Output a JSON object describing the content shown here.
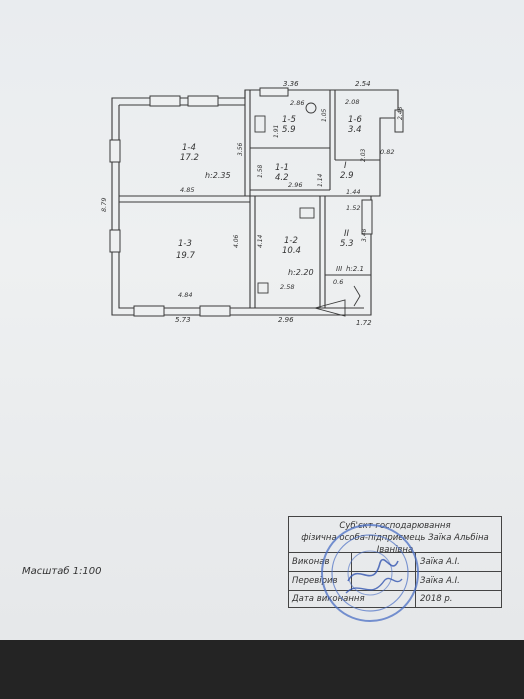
{
  "plan": {
    "dims": {
      "top_336": "3.36",
      "top_254": "2.54",
      "d_286": "2.86",
      "d_208": "2.08",
      "d_248": "2.48",
      "d_191": "1.91",
      "d_105": "1.05",
      "d_356": "3.56",
      "d_158": "1.58",
      "d_114": "1.14",
      "d_203": "2.03",
      "d_082": "0.82",
      "d_296": "2.96",
      "d_485": "4.85",
      "d_879": "8.79",
      "d_144": "1.44",
      "d_152": "1.52",
      "d_414": "4.14",
      "d_406": "4.06",
      "d_348": "3.48",
      "d_258": "2.58",
      "d_060": "0.6",
      "d_484": "4.84",
      "bottom_573": "5.73",
      "bottom_296": "2.96",
      "bottom_172": "1.72"
    },
    "rooms": [
      {
        "id": "1-4",
        "area": "17.2"
      },
      {
        "id": "1-5",
        "area": "5.9"
      },
      {
        "id": "1-6",
        "area": "3.4"
      },
      {
        "id": "1-1",
        "area": "4.2"
      },
      {
        "id": "I",
        "area": "2.9"
      },
      {
        "id": "1-3",
        "area": "19.7"
      },
      {
        "id": "1-2",
        "area": "10.4"
      },
      {
        "id": "II",
        "area": "5.3"
      },
      {
        "id": "III",
        "area": ""
      }
    ],
    "heights": {
      "h1": "h:2.35",
      "h2": "h:2.20",
      "h3": "h:2.1"
    }
  },
  "scale_text": "Масштаб 1:100",
  "titleblock": {
    "line1": "Суб'єкт господарювання",
    "line2": "фізична особа-підприємець Заїка Альбіна Іванівна",
    "rows": [
      {
        "label": "Виконав",
        "name": "Заїка А.І."
      },
      {
        "label": "Перевірив",
        "name": "Заїка А.І."
      },
      {
        "label": "Дата виконання",
        "name": "2018 р."
      }
    ]
  }
}
